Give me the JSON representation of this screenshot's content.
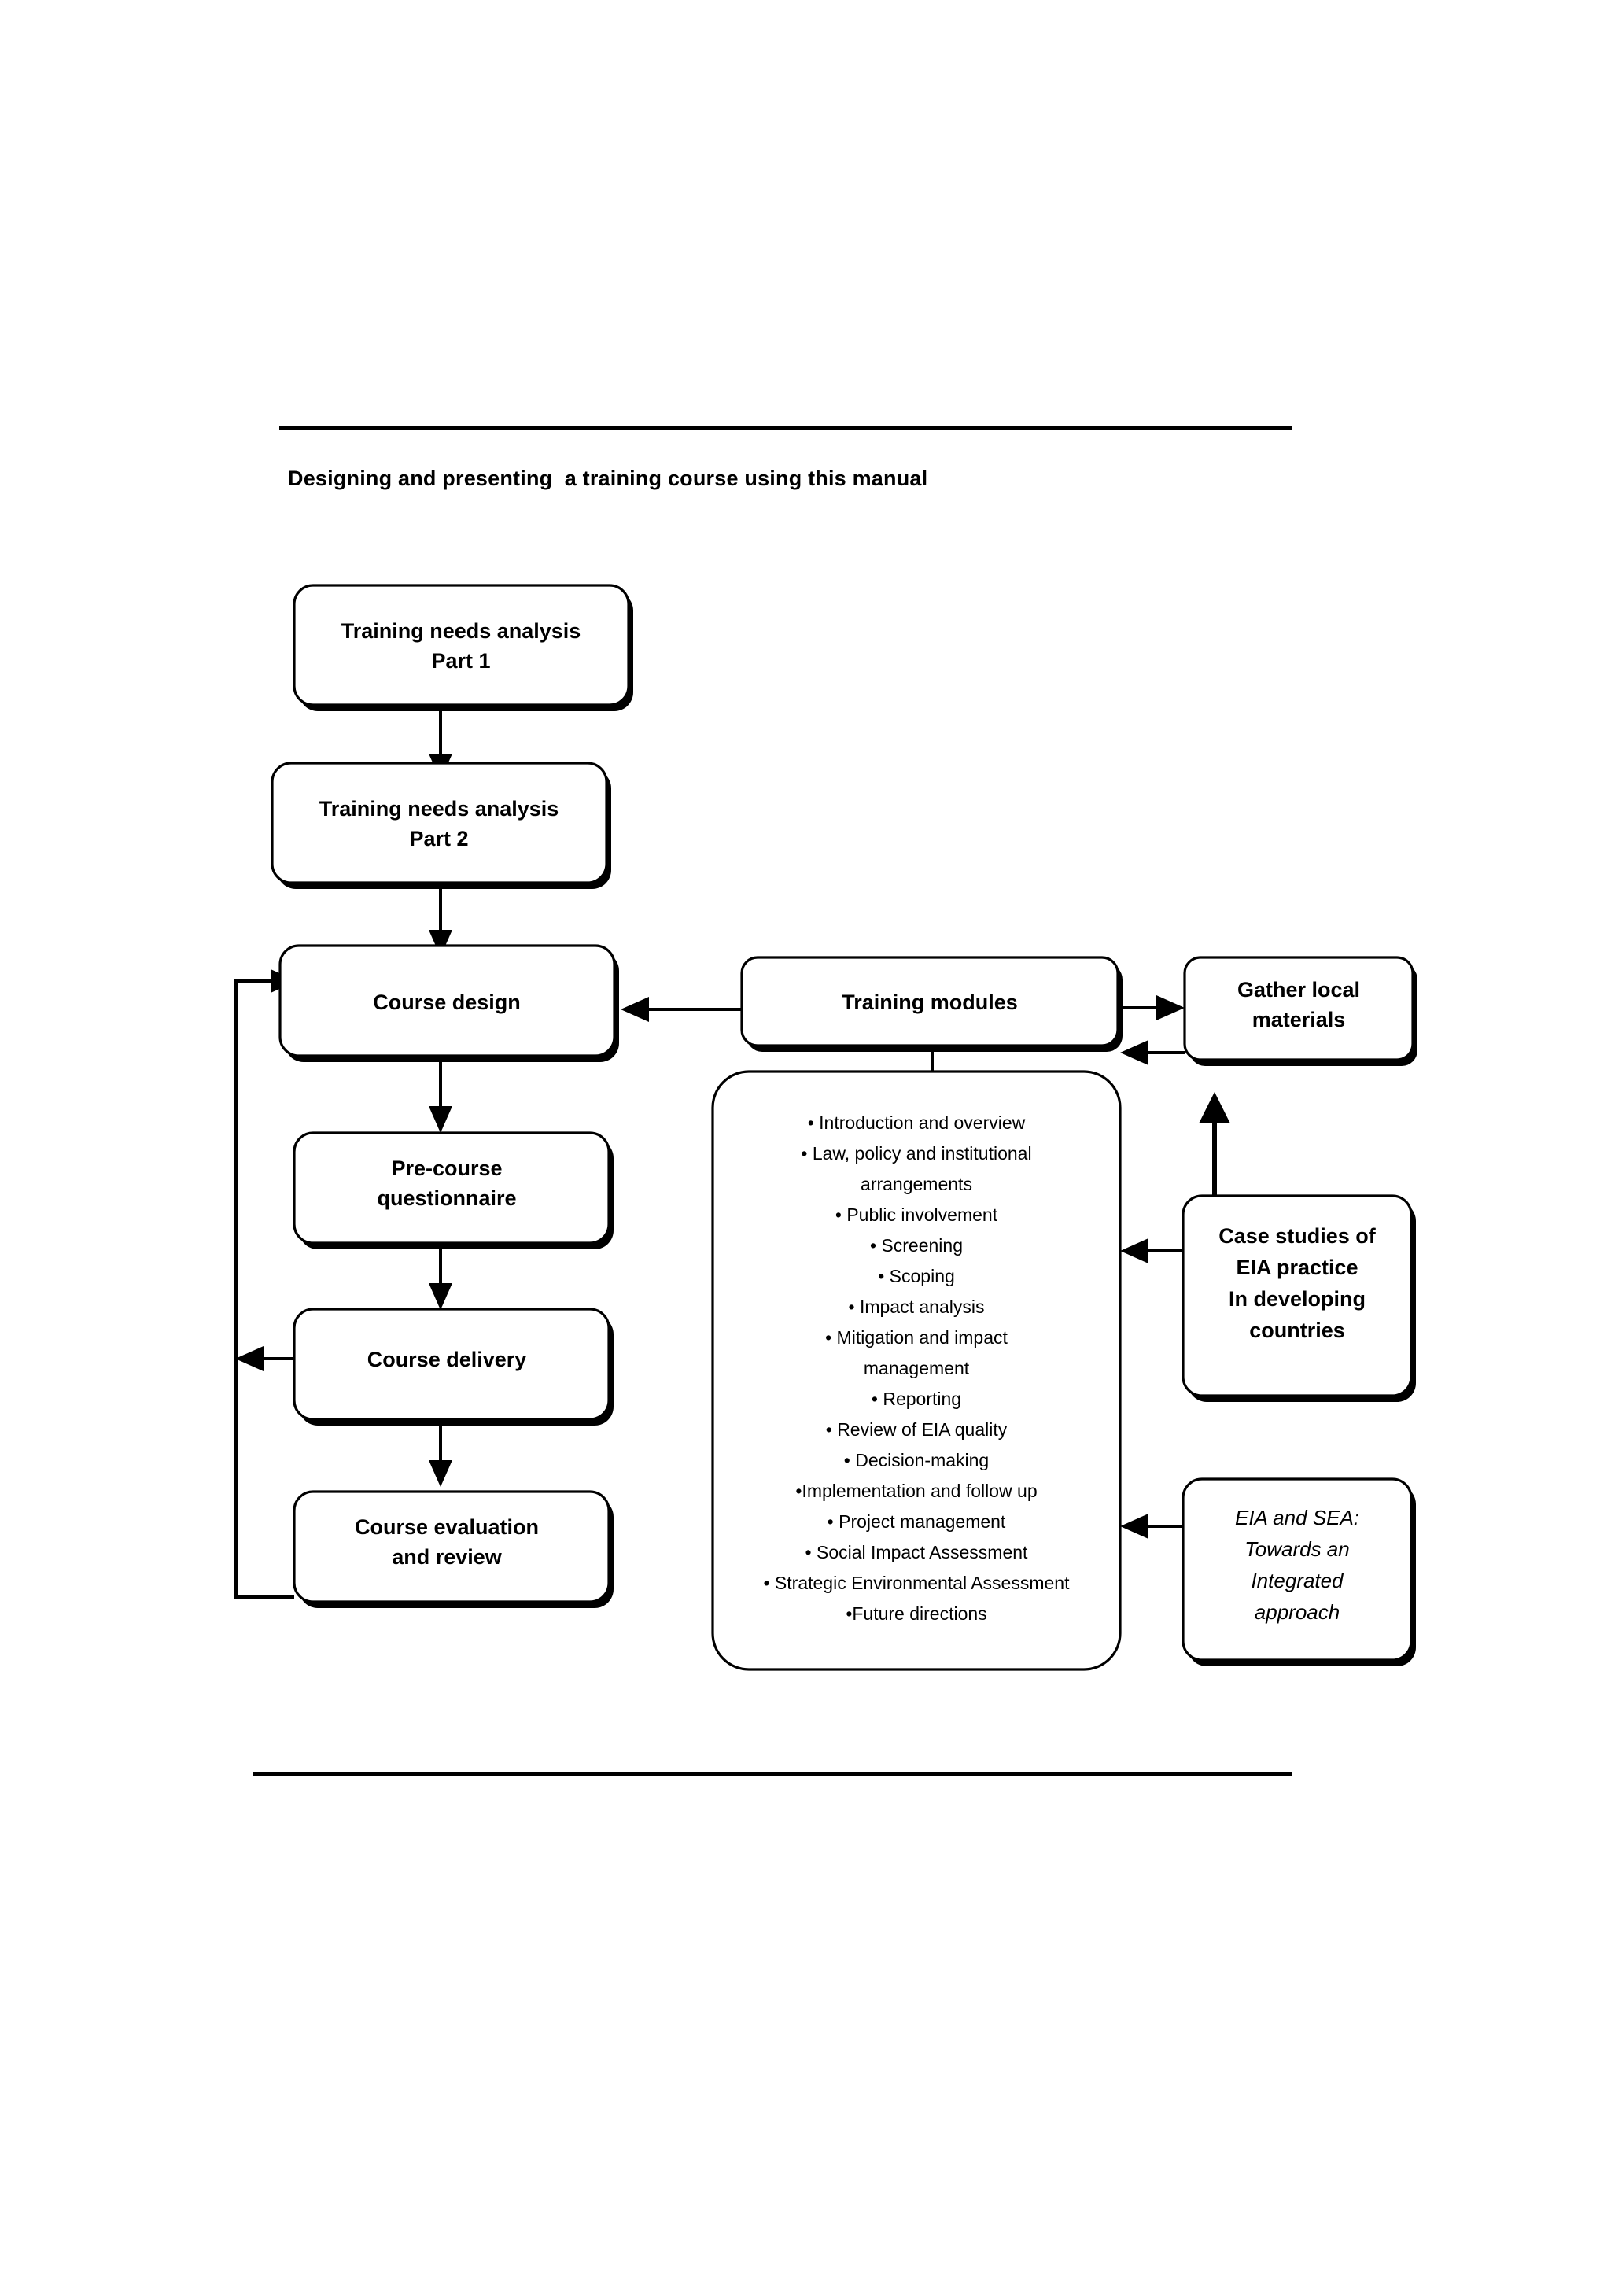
{
  "page": {
    "title": "Designing and presenting  a training course using this manual",
    "header_rule": "horizontal-rule",
    "footer_rule": "horizontal-rule",
    "background_color": "#ffffff",
    "ink_color": "#000000"
  },
  "chart_data": {
    "type": "diagram",
    "diagram_kind": "flowchart",
    "title": "Designing and presenting  a training course using this manual",
    "nodes": [
      {
        "id": "tna1",
        "label": "Training needs analysis\nPart 1",
        "line1": "Training needs analysis",
        "line2": "Part 1",
        "style": "bold",
        "column": "left"
      },
      {
        "id": "tna2",
        "label": "Training needs analysis\nPart 2",
        "line1": "Training needs analysis",
        "line2": "Part 2",
        "style": "bold",
        "column": "left"
      },
      {
        "id": "design",
        "label": "Course design",
        "line1": "Course design",
        "line2": "",
        "style": "bold",
        "column": "left"
      },
      {
        "id": "precourse",
        "label": "Pre-course\nquestionnaire",
        "line1": "Pre-course",
        "line2": "questionnaire",
        "style": "bold",
        "column": "left"
      },
      {
        "id": "delivery",
        "label": "Course delivery",
        "line1": "Course delivery",
        "line2": "",
        "style": "bold",
        "column": "left"
      },
      {
        "id": "evaluation",
        "label": "Course evaluation\nand review",
        "line1": "Course evaluation",
        "line2": "and review",
        "style": "bold",
        "column": "left"
      },
      {
        "id": "modules",
        "label": "Training modules",
        "line1": "Training modules",
        "line2": "",
        "style": "bold",
        "column": "centre"
      },
      {
        "id": "gather",
        "label": "Gather local\nmaterials",
        "line1": "Gather local",
        "line2": "materials",
        "style": "bold",
        "column": "right"
      },
      {
        "id": "casestudies",
        "label": "Case studies of\nEIA practice\nIn developing\ncountries",
        "line1": "Case studies of",
        "line2": "EIA practice",
        "line3": "In developing",
        "line4": "countries",
        "style": "bold",
        "column": "right"
      },
      {
        "id": "eiasea",
        "label": "EIA and SEA:\nTowards an\nIntegrated\napproach",
        "line1": "EIA and SEA:",
        "line2": "Towards an",
        "line3": "Integrated",
        "line4": "approach",
        "style": "italic",
        "column": "right"
      },
      {
        "id": "modulelist",
        "label": "module list",
        "style": "list",
        "column": "centre"
      }
    ],
    "edges": [
      {
        "from": "tna1",
        "to": "tna2",
        "direction": "down"
      },
      {
        "from": "tna2",
        "to": "design",
        "direction": "down"
      },
      {
        "from": "design",
        "to": "precourse",
        "direction": "down"
      },
      {
        "from": "precourse",
        "to": "delivery",
        "direction": "down"
      },
      {
        "from": "delivery",
        "to": "evaluation",
        "direction": "down"
      },
      {
        "from": "delivery",
        "to": "feedback-line",
        "direction": "left"
      },
      {
        "from": "evaluation",
        "to": "design",
        "direction": "feedback-loop-left"
      },
      {
        "from": "modules",
        "to": "design",
        "direction": "left"
      },
      {
        "from": "modules",
        "to": "gather",
        "direction": "right"
      },
      {
        "from": "gather",
        "to": "modules",
        "direction": "left"
      },
      {
        "from": "modules",
        "to": "modulelist",
        "direction": "down"
      },
      {
        "from": "casestudies",
        "to": "gather",
        "direction": "up"
      },
      {
        "from": "casestudies",
        "to": "modulelist",
        "direction": "left"
      },
      {
        "from": "eiasea",
        "to": "modulelist",
        "direction": "left"
      }
    ],
    "module_list": [
      "Introduction and overview",
      "Law, policy and institutional",
      "arrangements",
      "Public involvement",
      "Screening",
      "Scoping",
      "Impact analysis",
      "Mitigation and impact",
      "management",
      "Reporting",
      "Review of EIA quality",
      "Decision-making",
      "Implementation and follow up",
      "Project management",
      "Social Impact Assessment",
      "Strategic Environmental Assessment",
      "Future directions"
    ],
    "module_list_rendered": [
      {
        "text": "• Introduction and overview",
        "bullet": true
      },
      {
        "text": "• Law, policy and institutional",
        "bullet": true
      },
      {
        "text": "arrangements",
        "bullet": false
      },
      {
        "text": "• Public involvement",
        "bullet": true
      },
      {
        "text": "• Screening",
        "bullet": true
      },
      {
        "text": "• Scoping",
        "bullet": true
      },
      {
        "text": "• Impact analysis",
        "bullet": true
      },
      {
        "text": "• Mitigation and impact",
        "bullet": true
      },
      {
        "text": "management",
        "bullet": false
      },
      {
        "text": "• Reporting",
        "bullet": true
      },
      {
        "text": "• Review of EIA quality",
        "bullet": true
      },
      {
        "text": "• Decision-making",
        "bullet": true
      },
      {
        "text": "•Implementation and follow up",
        "bullet": true
      },
      {
        "text": "• Project management",
        "bullet": true
      },
      {
        "text": "• Social Impact Assessment",
        "bullet": true
      },
      {
        "text": "• Strategic Environmental Assessment",
        "bullet": true
      },
      {
        "text": "•Future directions",
        "bullet": true
      }
    ]
  }
}
